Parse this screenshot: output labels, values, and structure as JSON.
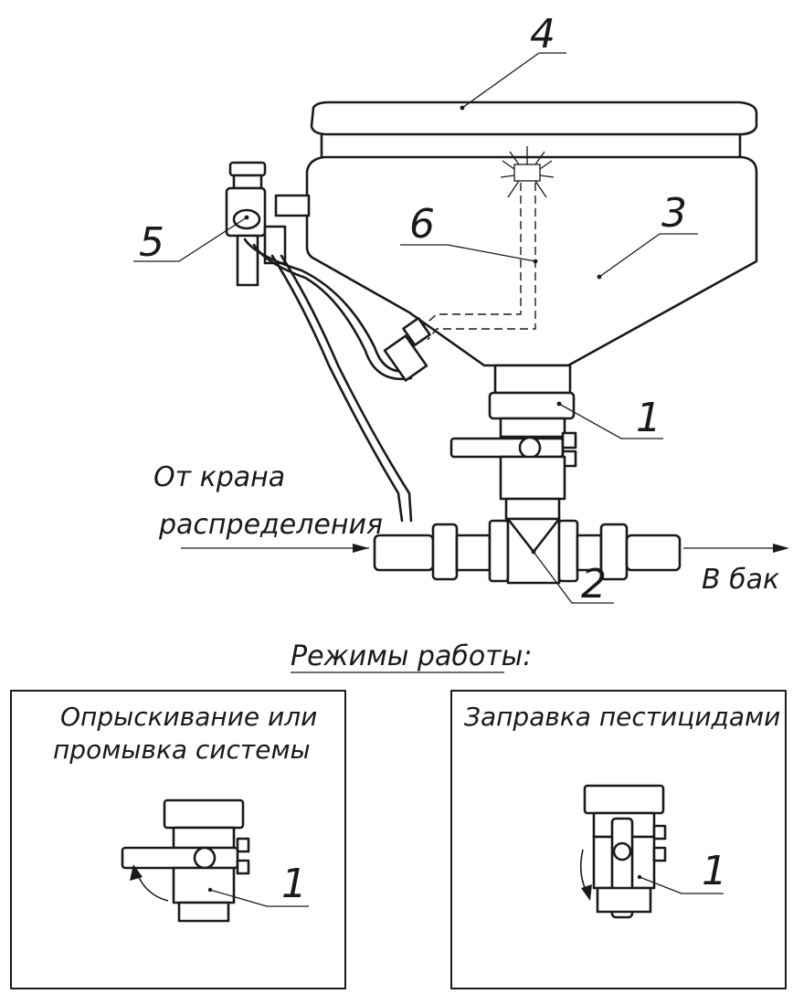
{
  "callouts": {
    "c1": "1",
    "c2": "2",
    "c3": "3",
    "c4": "4",
    "c5": "5",
    "c6": "6"
  },
  "labels": {
    "from_tap_line1": "От крана",
    "from_tap_line2": "распределения",
    "to_tank": "В бак",
    "modes_title": "Режимы работы:"
  },
  "modes": [
    {
      "title_line1": "Опрыскивание или",
      "title_line2": "промывка системы",
      "callout": "1"
    },
    {
      "title_line1": "Заправка пестицидами",
      "title_line2": "",
      "callout": "1"
    }
  ]
}
